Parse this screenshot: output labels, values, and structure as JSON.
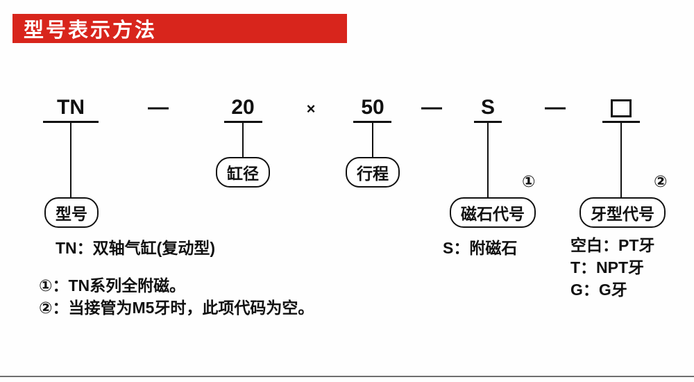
{
  "page": {
    "header_title": "型号表示方法"
  },
  "code_row": {
    "model": "TN",
    "separator1": "—",
    "bore": "20",
    "multiply": "×",
    "stroke": "50",
    "separator2": "—",
    "magnet": "S",
    "separator3": "—",
    "thread_placeholder": "□"
  },
  "callouts": {
    "model_label": "型号",
    "bore_label": "缸径",
    "stroke_label": "行程",
    "magnet_label": "磁石代号",
    "thread_label": "牙型代号",
    "footnote1_mark": "①",
    "footnote2_mark": "②"
  },
  "legends": {
    "model_desc": "TN：双轴气缸(复动型)",
    "magnet_desc": "S：附磁石",
    "thread_desc": [
      "空白：PT牙",
      "T：NPT牙",
      "G：G牙"
    ]
  },
  "notes": [
    "①：TN系列全附磁。",
    "②：当接管为M5牙时，此项代码为空。"
  ],
  "colors": {
    "banner_red": "#d8251c",
    "line_black": "#111111"
  }
}
